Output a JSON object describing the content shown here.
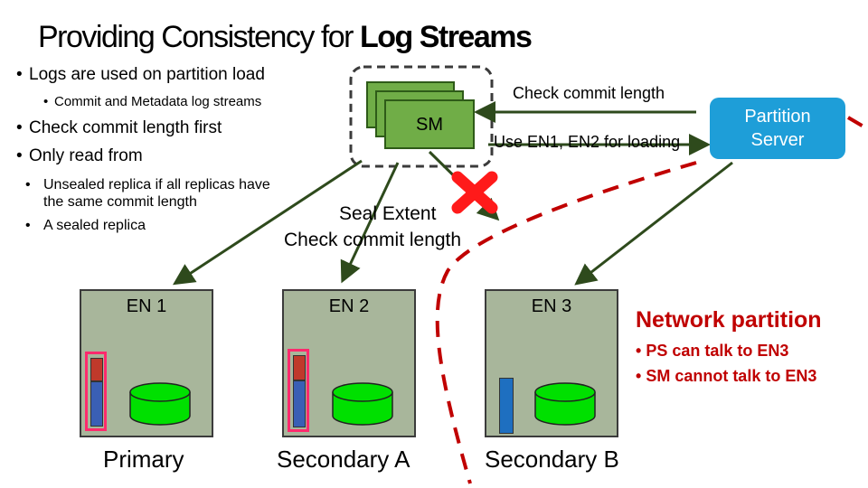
{
  "title": {
    "normal": "Providing Consistency for ",
    "bold": "Log Streams"
  },
  "bullets": {
    "b1": "Logs are used on partition load",
    "b1_sub": "Commit and Metadata log streams",
    "b2": "Check commit length first",
    "b3": "Only read from",
    "b3_sub1_line1": "Unsealed replica if all replicas have",
    "b3_sub1_line2": "the same commit length",
    "b3_sub2": "A sealed replica"
  },
  "sm": {
    "label": "SM"
  },
  "partition_server": {
    "line1": "Partition",
    "line2": "Server"
  },
  "arrows": {
    "check_commit_length": "Check commit length",
    "use_en": "Use EN1, EN2 for loading",
    "seal_extent": "Seal Extent",
    "check_commit_length_2": "Check commit length"
  },
  "extent_nodes": [
    {
      "label": "EN 1",
      "role": "Primary"
    },
    {
      "label": "EN 2",
      "role": "Secondary A"
    },
    {
      "label": "EN 3",
      "role": "Secondary B"
    }
  ],
  "network_partition": {
    "title": "Network partition",
    "items": [
      "PS can talk to EN3",
      "SM cannot talk to EN3"
    ]
  },
  "colors": {
    "node_fill": "#a8b69b",
    "sm_green": "#70ad47",
    "ps_blue": "#1e9ed8",
    "partition_red": "#c00000",
    "arrow_dark": "#2e4a1c",
    "disk_green": "#00e000",
    "replica_red": "#c0392b",
    "replica_blue": "#3a5fb5"
  }
}
